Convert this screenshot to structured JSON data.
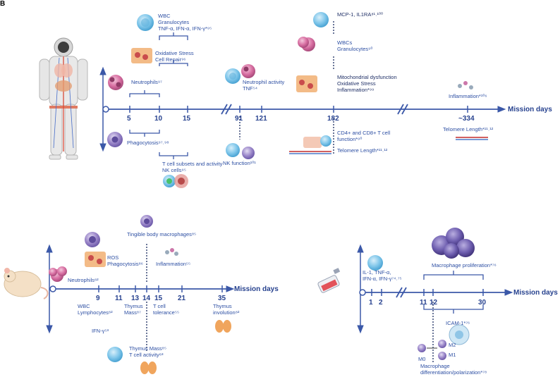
{
  "panels": {
    "a": {
      "letter": "B",
      "axis_title": "Mission days",
      "ticks": [
        "5",
        "10",
        "15",
        "91",
        "121",
        "182",
        "~334"
      ],
      "labels": {
        "wbc": "WBC",
        "gran": "Granulocytes",
        "tnf": "TNF-α, IFN-α, IFN-γ*⁹⁵",
        "ox1": "Oxidative Stress",
        "cellrepair": "Cell Repair⁹⁶",
        "neut": "Neutrophils⁹⁷",
        "phago": "Phagocytosis⁹⁷˒⁹⁸",
        "tcell1": "T cell subsets and activity",
        "nkcells": "NK cells⁹⁵",
        "neutact": "Neutrophil activity",
        "tnf54": "TNF⁵⁴",
        "nkfunc": "NK function¹⁰¹",
        "mcp": "MCP-1, IL1RA⁸¹˒¹⁰⁰",
        "wbcs": "WBCs",
        "gran90": "Granulocytes⁹⁰",
        "mito": "Mitochondrial dysfunction",
        "ox2": "Oxidative Stress",
        "inflam99": "Inflammation*⁹⁹",
        "cd48": "CD4+ and CD8+ T cell",
        "cd48b": "function*⁹⁰",
        "telo1": "Telomere Length*¹¹˒¹²",
        "inflam106": "Inflammation*¹⁰⁶",
        "telo2": "Telomere Length*¹¹˒¹²"
      }
    },
    "b": {
      "axis_title": "Mission days",
      "ticks": [
        "9",
        "11",
        "13",
        "14",
        "15",
        "21",
        "35"
      ],
      "labels": {
        "tingible": "Tingible body macrophages⁸⁵",
        "ros": "ROS",
        "phago86": "Phagocytosis⁸⁶",
        "inflam55": "Inflammation⁵⁵",
        "neut82": "Neutrophils⁸²",
        "wbc": "WBC",
        "lymph": "Lymphocytes⁸²",
        "thymus1": "Thymus",
        "mass87": "Mass⁸⁷",
        "tcell": "T cell",
        "tolerance": "tolerance⁵⁵",
        "thymus2": "Thymus",
        "involution": "involution⁸²",
        "ifn": "IFN-γ⁵³",
        "thymusmass": "Thymus Mass⁸⁵",
        "tcellact": "T cell activity⁸³"
      }
    },
    "c": {
      "axis_title": "Mission days",
      "ticks": [
        "1",
        "2",
        "11",
        "12",
        "30"
      ],
      "labels": {
        "il1": "IL-1, TNF-α,",
        "ifn": "IFN-α, IFN-γ⁷⁴˒⁷⁵",
        "prolif": "Macrophage proliferation*⁷⁶",
        "icam": "ICAM-1*⁷⁶",
        "m0": "M0",
        "m1": "M1",
        "m2": "M2",
        "diff1": "Macrophage",
        "diff2": "differentiation/polarization*⁷⁸"
      }
    }
  },
  "colors": {
    "axis": "#3b58a8",
    "text": "#2d4fa3",
    "cell_blue": "#7fc6ea",
    "cell_purple": "#9a86c9",
    "cell_pink": "#d86fa2",
    "ox_orange": "#f2b47a",
    "thymus_orange": "#f0a55d",
    "flask_red": "#e2535a"
  }
}
